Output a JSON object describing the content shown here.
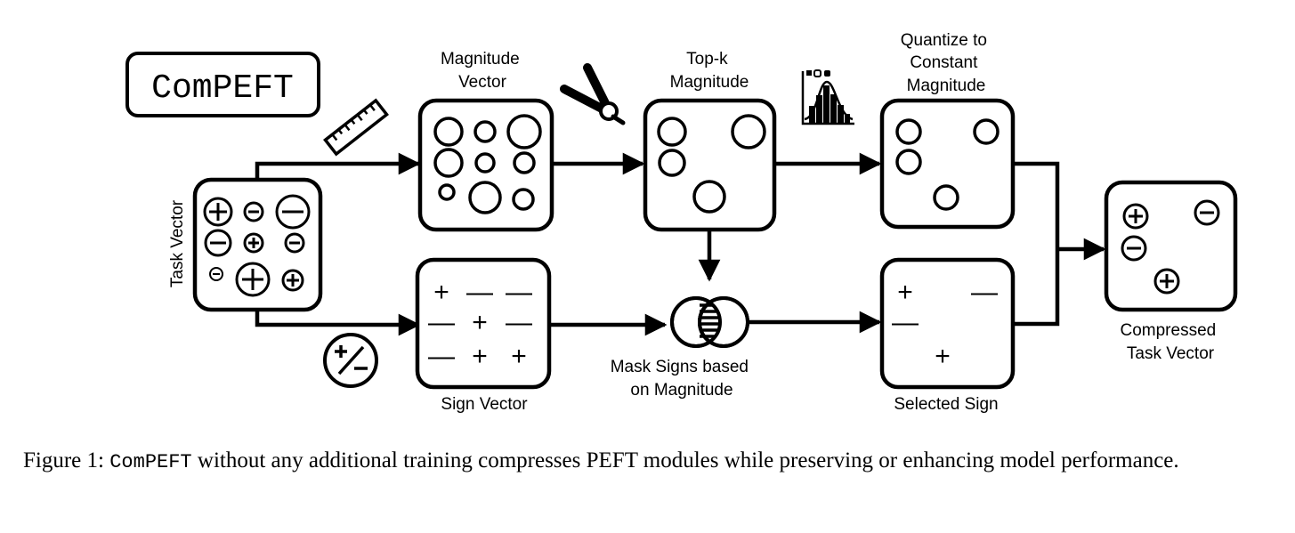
{
  "logo": "ComPEFT",
  "labels": {
    "task_vector": "Task Vector",
    "magnitude_vector": [
      "Magnitude",
      "Vector"
    ],
    "topk_magnitude": [
      "Top-k",
      "Magnitude"
    ],
    "quantize": [
      "Quantize to",
      "Constant",
      "Magnitude"
    ],
    "sign_vector": "Sign Vector",
    "mask_signs": [
      "Mask Signs based",
      "on Magnitude"
    ],
    "selected_sign": "Selected Sign",
    "compressed": [
      "Compressed",
      "Task Vector"
    ]
  },
  "signs": {
    "sign_vector": [
      "+",
      "—",
      "—",
      "—",
      "+",
      "—",
      "—",
      "+",
      "+"
    ],
    "selected_sign": [
      "+",
      "—",
      "—",
      "+"
    ]
  },
  "caption": {
    "prefix": "Figure 1: ",
    "code": "ComPEFT",
    "rest": " without any additional training compresses PEFT modules while preserving or enhancing model performance."
  },
  "icons": [
    "ruler-icon",
    "scissors-icon",
    "histogram-icon",
    "plus-minus-icon",
    "venn-mask-icon"
  ]
}
